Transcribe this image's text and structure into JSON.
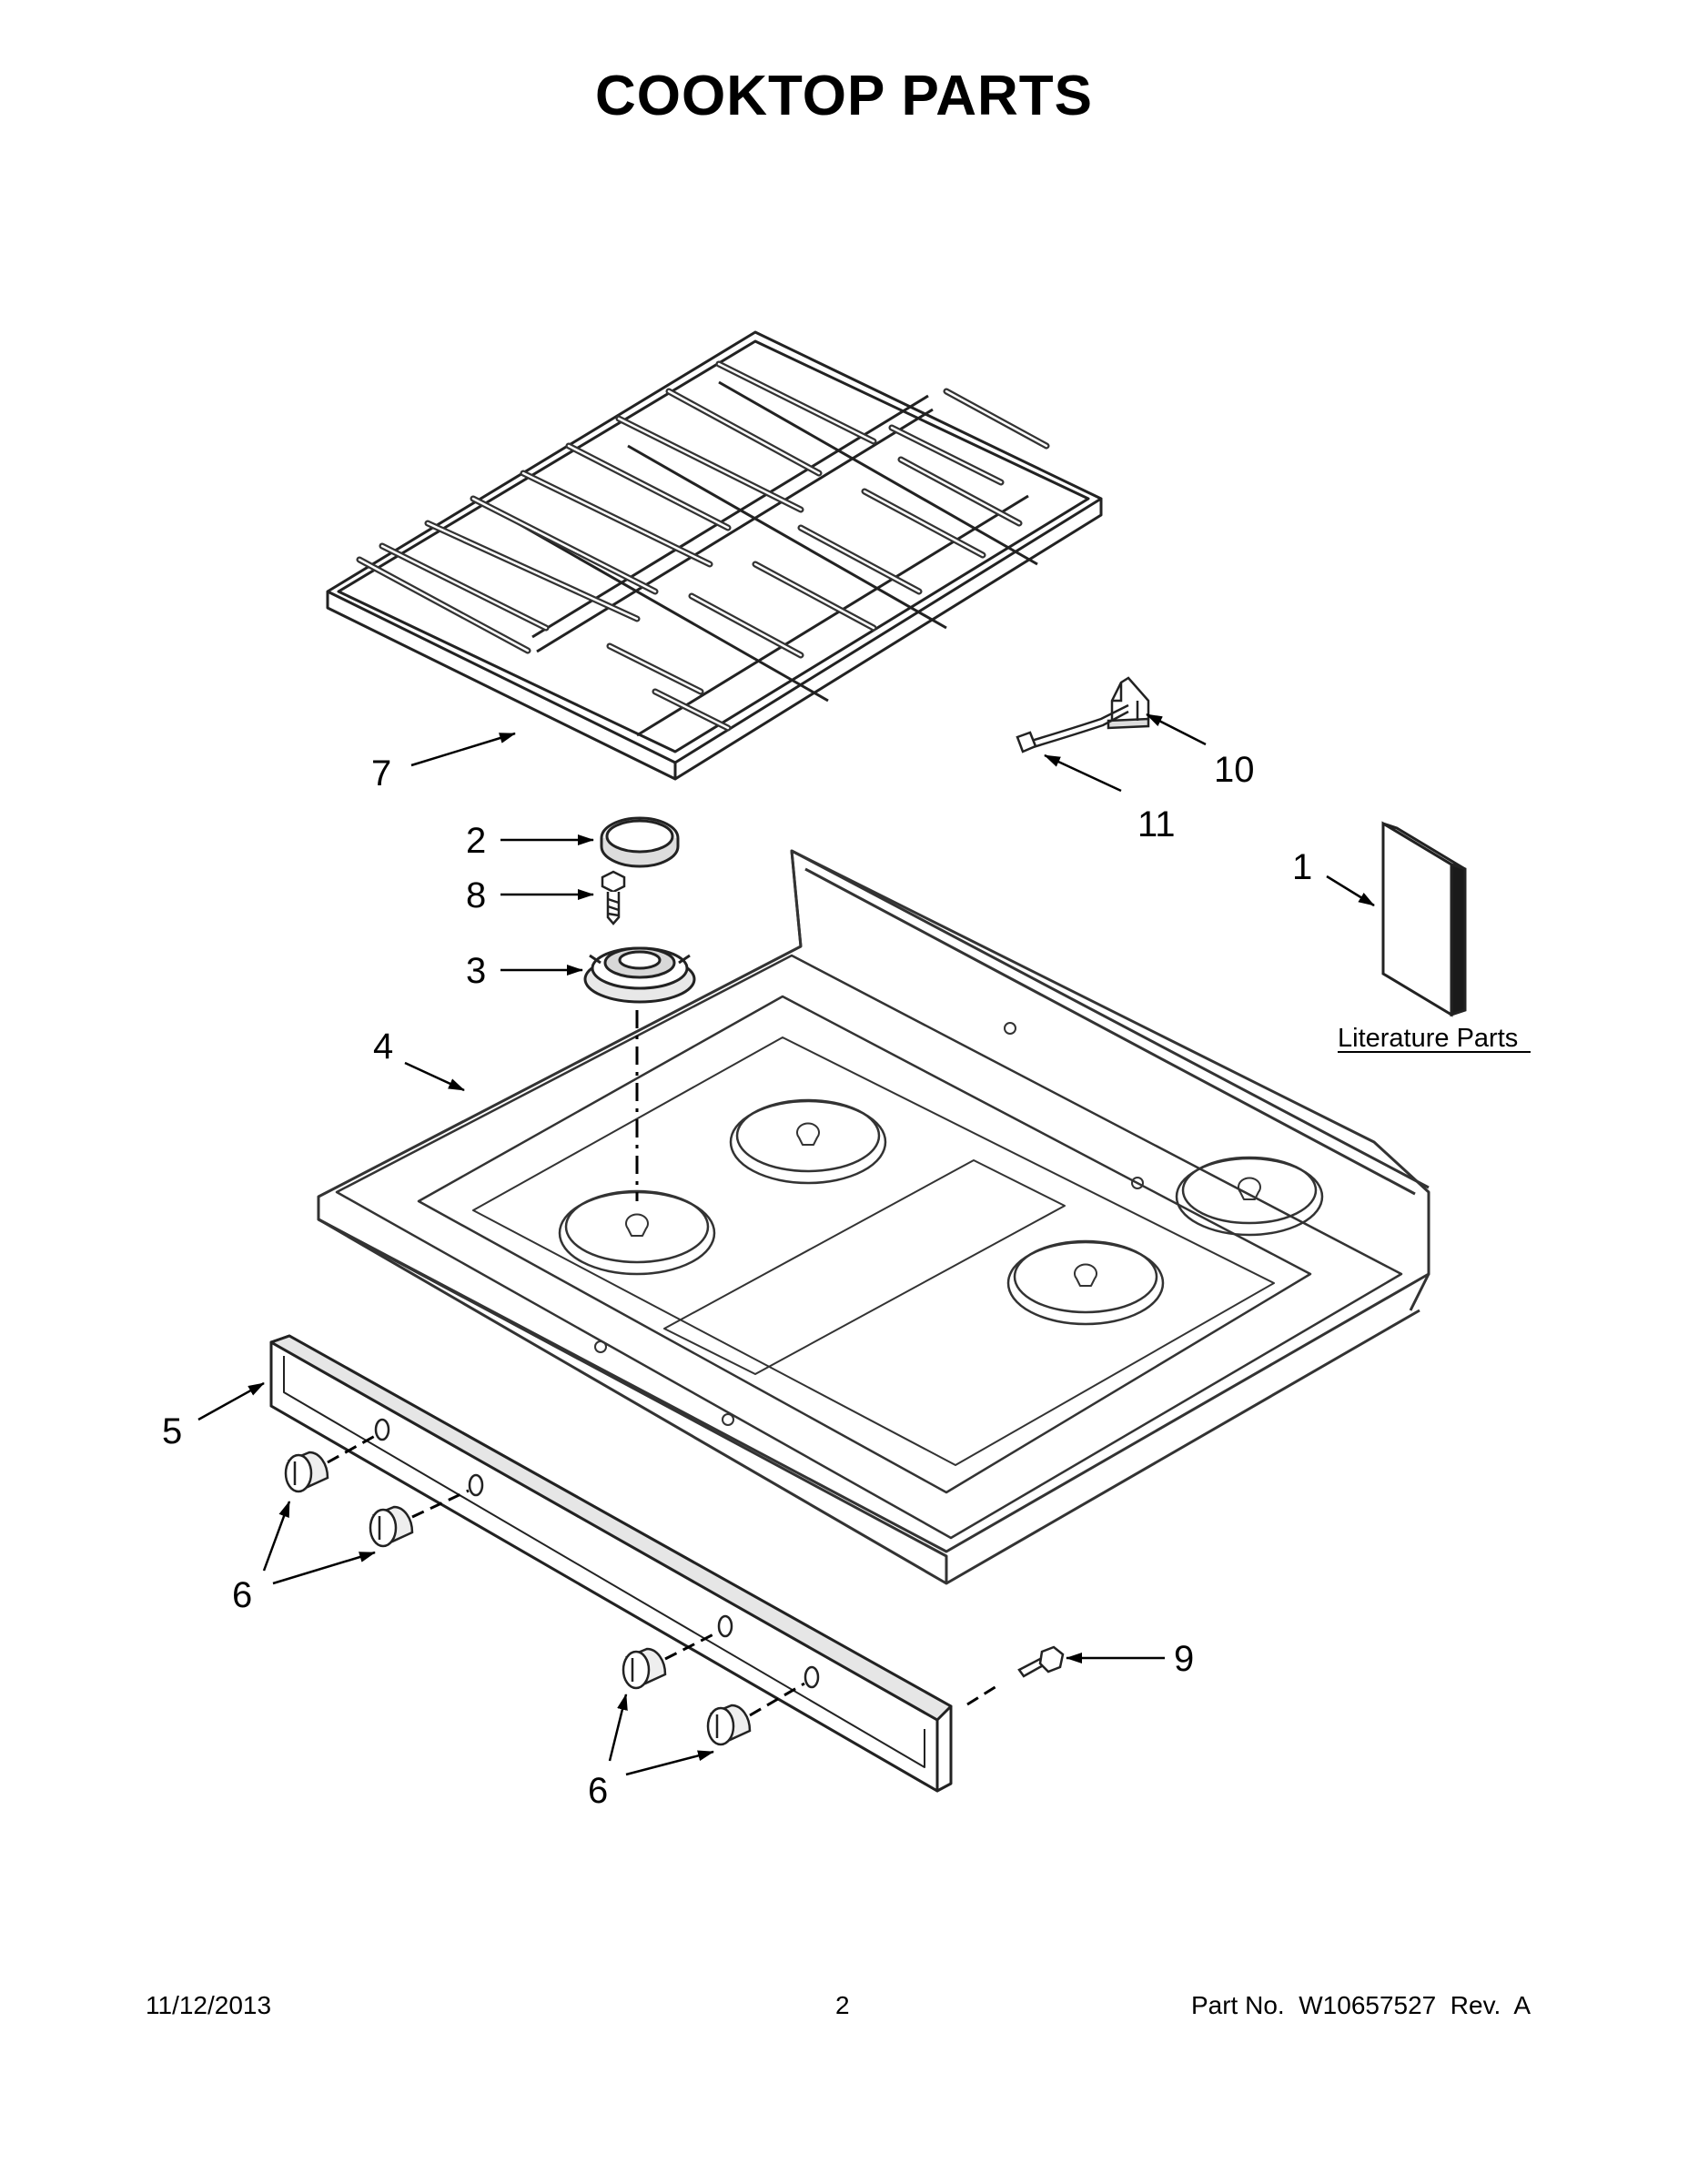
{
  "title": "COOKTOP PARTS",
  "literature_label": "Literature Parts",
  "callouts": {
    "c1": "1",
    "c2": "2",
    "c3": "3",
    "c4": "4",
    "c5": "5",
    "c6a": "6",
    "c6b": "6",
    "c7": "7",
    "c8": "8",
    "c9": "9",
    "c10": "10",
    "c11": "11"
  },
  "footer": {
    "date": "11/12/2013",
    "page": "2",
    "part_no": "Part No.  W10657527  Rev.  A"
  }
}
